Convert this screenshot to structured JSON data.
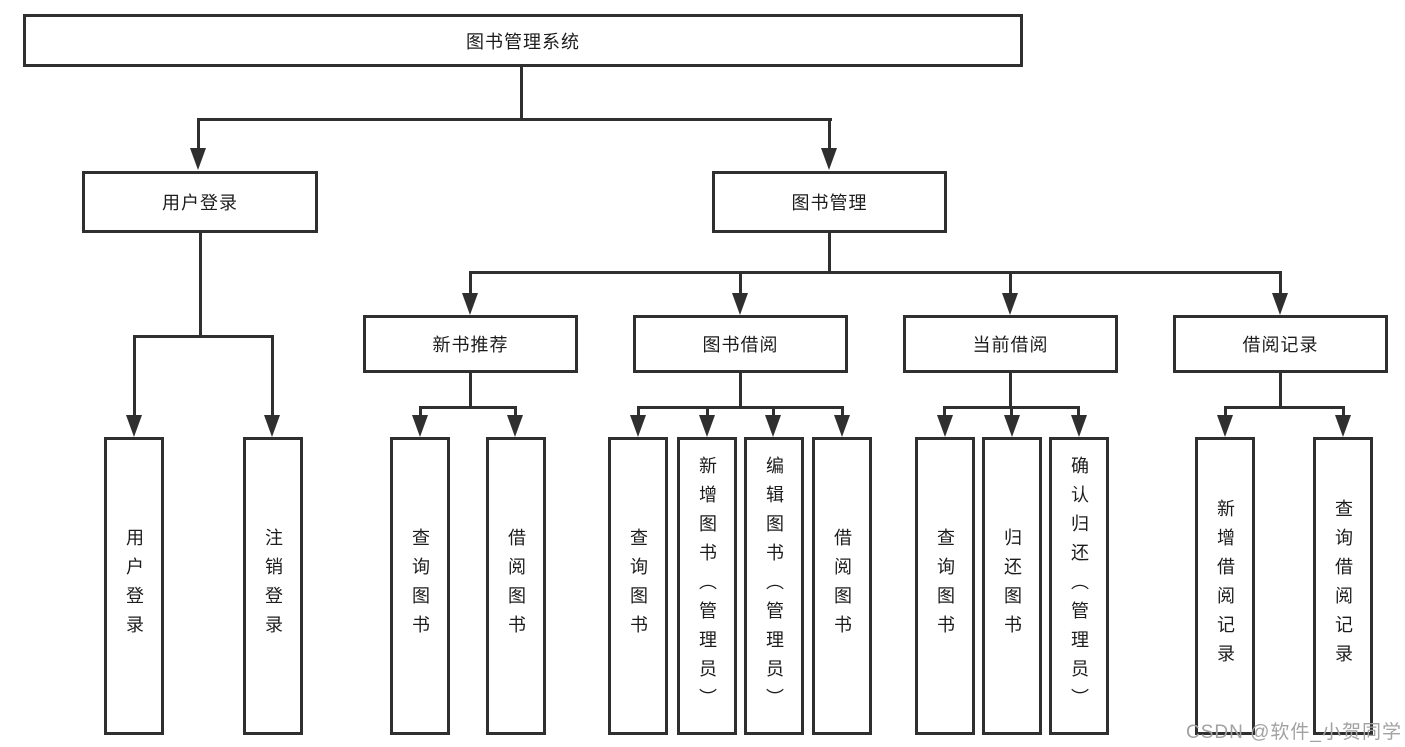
{
  "diagram": {
    "title_node": {
      "label": "图书管理系统"
    },
    "level2": [
      {
        "label": "用户登录"
      },
      {
        "label": "图书管理"
      }
    ],
    "level3": [
      {
        "label": "新书推荐"
      },
      {
        "label": "图书借阅"
      },
      {
        "label": "当前借阅"
      },
      {
        "label": "借阅记录"
      }
    ],
    "leaves": {
      "login": [
        {
          "label": "用户登录"
        },
        {
          "label": "注销登录"
        }
      ],
      "newbook": [
        {
          "label": "查询图书"
        },
        {
          "label": "借阅图书"
        }
      ],
      "borrow": [
        {
          "label": "查询图书"
        },
        {
          "label": "新增图书（管理员）"
        },
        {
          "label": "编辑图书（管理员）"
        },
        {
          "label": "借阅图书"
        }
      ],
      "current": [
        {
          "label": "查询图书"
        },
        {
          "label": "归还图书"
        },
        {
          "label": "确认归还（管理员）"
        }
      ],
      "records": [
        {
          "label": "新增借阅记录"
        },
        {
          "label": "查询借阅记录"
        }
      ]
    }
  },
  "watermark": {
    "text": "CSDN @软件_小贺同学"
  },
  "colors": {
    "line": "#2f2f2f",
    "text": "#1c1c1c",
    "background": "#ffffff",
    "watermark": "#a2a2a2"
  }
}
